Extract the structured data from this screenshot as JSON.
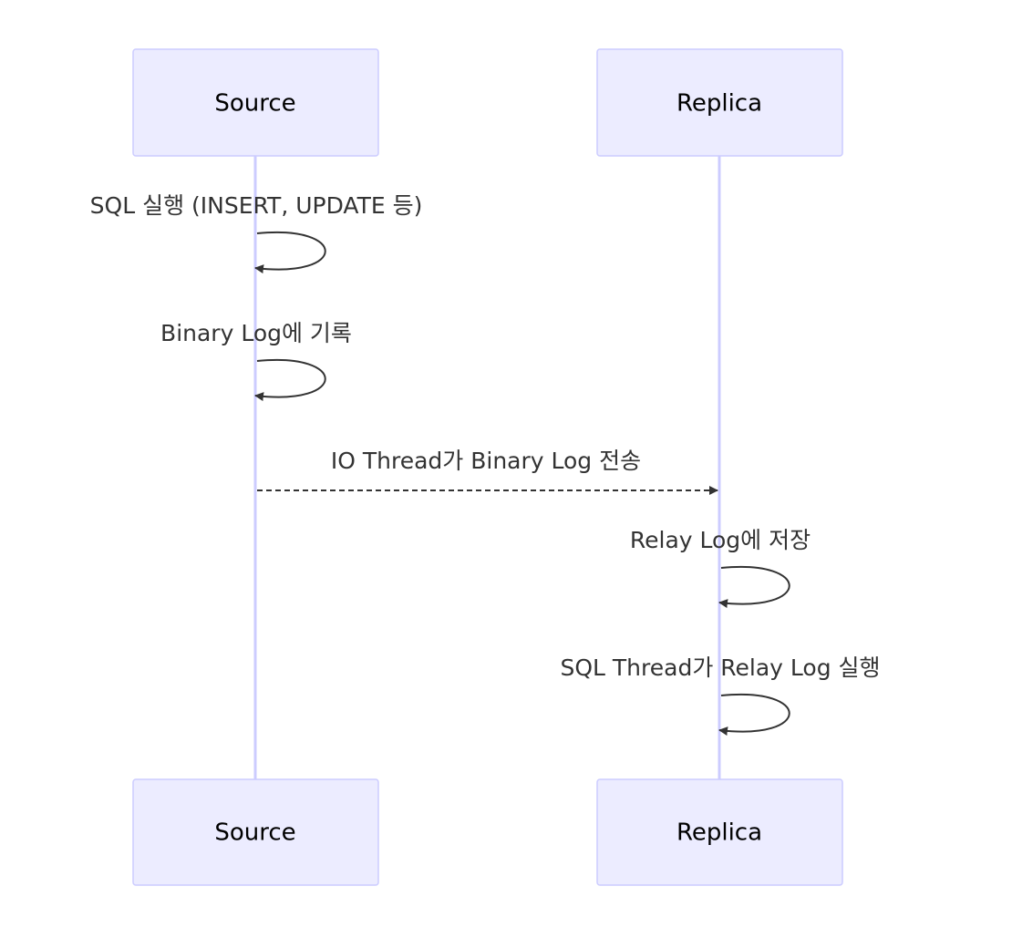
{
  "diagram": {
    "participants": [
      {
        "id": "source",
        "label": "Source"
      },
      {
        "id": "replica",
        "label": "Replica"
      }
    ],
    "messages": [
      {
        "from": "source",
        "to": "source",
        "label": "SQL 실행 (INSERT, UPDATE 등)",
        "style": "solid"
      },
      {
        "from": "source",
        "to": "source",
        "label": "Binary Log에 기록",
        "style": "solid"
      },
      {
        "from": "source",
        "to": "replica",
        "label": "IO Thread가 Binary Log 전송",
        "style": "dashed"
      },
      {
        "from": "replica",
        "to": "replica",
        "label": "Relay Log에 저장",
        "style": "solid"
      },
      {
        "from": "replica",
        "to": "replica",
        "label": "SQL Thread가 Relay Log 실행",
        "style": "solid"
      }
    ]
  },
  "colors": {
    "actor_fill": "#ECECFF",
    "actor_stroke": "#CCCCFF",
    "lifeline": "#CCCCFF",
    "message": "#333333"
  }
}
